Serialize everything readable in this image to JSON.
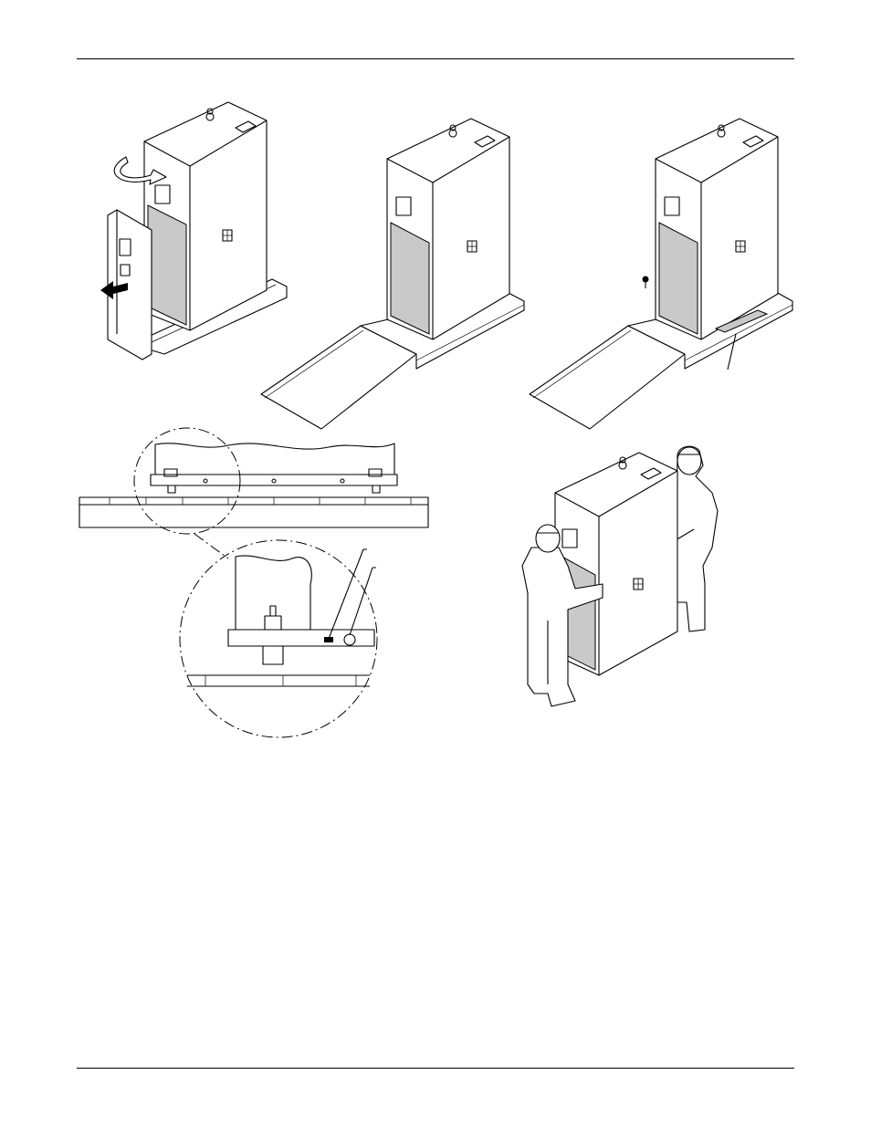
{
  "page": {
    "header_rule": true,
    "footer_rule": true
  },
  "figures": [
    {
      "id": "remove-front-panel",
      "icons": [
        "curved-arrow-icon",
        "pull-arrow-icon"
      ]
    },
    {
      "id": "install-ramp"
    },
    {
      "id": "remove-bolt",
      "icons": [
        "bolt-icon",
        "callout-leader"
      ]
    },
    {
      "id": "detail-view"
    },
    {
      "id": "two-person-lift"
    }
  ],
  "colors": {
    "line": "#000000",
    "panel_fill": "#c9c9c9",
    "background": "#ffffff"
  }
}
